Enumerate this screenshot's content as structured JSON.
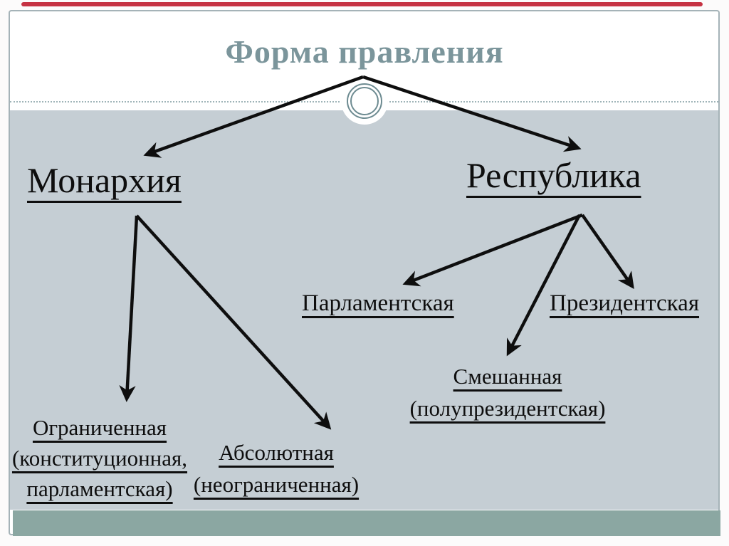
{
  "slide": {
    "title": "Форма правления",
    "colors": {
      "top_accent_bar": "#c63243",
      "title_text": "#7b959b",
      "panel_background": "#c5ced4",
      "bottom_bar": "#8ba7a2",
      "frame_border": "#a5b3b8",
      "ornament_ring": "#6d8b91",
      "arrow_and_text": "#0e0e0e"
    }
  },
  "nodes": {
    "root": {
      "label": "Форма правления"
    },
    "monarchy": {
      "label": "Монархия"
    },
    "republic": {
      "label": "Республика"
    },
    "limited": {
      "line1": "Ограниченная",
      "line2": "(конституционная,",
      "line3": "парламентская)"
    },
    "absolute": {
      "line1": "Абсолютная",
      "line2": "(неограниченная)"
    },
    "parliamentary": {
      "label": "Парламентская"
    },
    "presidential": {
      "label": "Президентская"
    },
    "mixed": {
      "line1": "Смешанная",
      "line2": "(полупрезидентская)"
    }
  },
  "structure": {
    "edges": [
      [
        "root",
        "monarchy"
      ],
      [
        "root",
        "republic"
      ],
      [
        "monarchy",
        "limited"
      ],
      [
        "monarchy",
        "absolute"
      ],
      [
        "republic",
        "parliamentary"
      ],
      [
        "republic",
        "presidential"
      ],
      [
        "republic",
        "mixed"
      ]
    ]
  }
}
